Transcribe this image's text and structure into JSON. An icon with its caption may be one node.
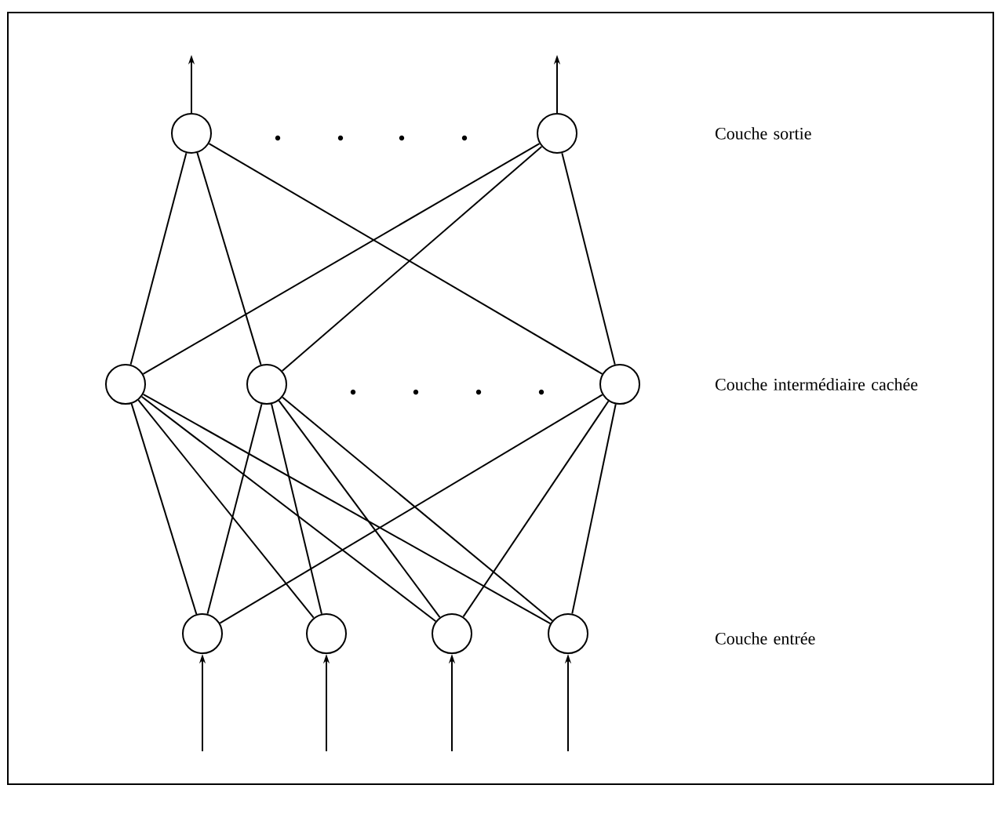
{
  "diagram": {
    "nodes": [
      {
        "text": [],
        "shape": "circle"
      },
      {
        "text": [],
        "shape": "circle"
      },
      {
        "text": [],
        "shape": "circle"
      },
      {
        "text": [],
        "shape": "circle"
      },
      {
        "text": [],
        "shape": "circle"
      },
      {
        "text": [],
        "shape": "circle"
      },
      {
        "text": [],
        "shape": "circle"
      },
      {
        "text": [],
        "shape": "circle"
      },
      {
        "text": [],
        "shape": "circle"
      }
    ],
    "edges": [
      {
        "from": 0,
        "to": null,
        "arrow": "to"
      },
      {
        "from": 1,
        "to": null,
        "arrow": "to"
      },
      {
        "from": 0,
        "to": 2,
        "arrow": "none"
      },
      {
        "from": 0,
        "to": 3,
        "arrow": "none"
      },
      {
        "from": 0,
        "to": 4,
        "arrow": "none"
      },
      {
        "from": 1,
        "to": 2,
        "arrow": "none"
      },
      {
        "from": 1,
        "to": 3,
        "arrow": "none"
      },
      {
        "from": 1,
        "to": 4,
        "arrow": "none"
      },
      {
        "from": 2,
        "to": 5,
        "arrow": "none"
      },
      {
        "from": 2,
        "to": 6,
        "arrow": "none"
      },
      {
        "from": 2,
        "to": 7,
        "arrow": "none"
      },
      {
        "from": 2,
        "to": 8,
        "arrow": "none"
      },
      {
        "from": 3,
        "to": 5,
        "arrow": "none"
      },
      {
        "from": 3,
        "to": 6,
        "arrow": "none"
      },
      {
        "from": 3,
        "to": 7,
        "arrow": "none"
      },
      {
        "from": 3,
        "to": 8,
        "arrow": "none"
      },
      {
        "from": 4,
        "to": 5,
        "arrow": "none"
      },
      {
        "from": 4,
        "to": 7,
        "arrow": "none"
      },
      {
        "from": 4,
        "to": 8,
        "arrow": "none"
      },
      {
        "from": null,
        "to": 5,
        "arrow": "to"
      },
      {
        "from": null,
        "to": 6,
        "arrow": "to"
      },
      {
        "from": null,
        "to": 7,
        "arrow": "to"
      },
      {
        "from": null,
        "to": 8,
        "arrow": "to"
      }
    ],
    "labels": [
      "Couche sortie",
      "Couche intermédiaire cachée",
      "Couche entrée"
    ]
  }
}
